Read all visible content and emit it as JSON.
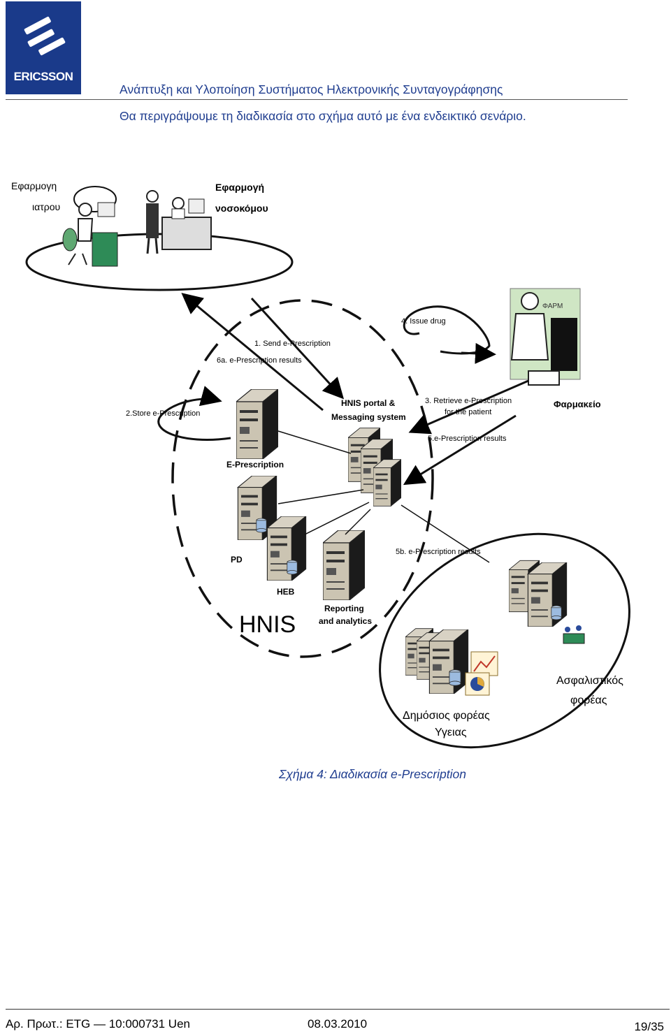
{
  "header": {
    "logo_text": "ERICSSON",
    "doc_title": "Ανάπτυξη και Υλοποίηση Συστήματος Ηλεκτρονικής Συνταγογράφησης"
  },
  "intro": "Θα περιγράψουμε τη διαδικασία στο σχήμα αυτό με ένα ενδεικτικό σενάριο.",
  "diagram": {
    "doctor_app": [
      "Εφαρμογη",
      "ιατρου"
    ],
    "hospital_app": [
      "Εφαρμογή",
      "νοσοκόμου"
    ],
    "step1": "1. Send e-Prescription",
    "step6a": "6a. e-Prescription results",
    "step2": "2.Store e-Prescription",
    "step3": [
      "3. Retrieve e-Prescription",
      "for the patient"
    ],
    "step4": "4. Issue drug",
    "step5": "5.e-Prescription results",
    "step5b": "5b. e-Prescription results",
    "portal": [
      "HNIS portal &",
      "Messaging system"
    ],
    "pharmacy": "Φαρμακείο",
    "eprescription_server": "E-Prescription",
    "pd": "PD",
    "heb": "HEB",
    "reporting": [
      "Reporting",
      "and analytics"
    ],
    "hnis": "HNIS",
    "insurance": [
      "Ασφαλιστικός",
      "φορέας"
    ],
    "public_health": [
      "Δημόσιος φορέας",
      "Υγειας"
    ]
  },
  "caption": "Σχήμα 4: Διαδικασία e-Prescription",
  "footer": {
    "ref": "Αρ. Πρωτ.: ETG — 10:000731 Uen",
    "date": "08.03.2010",
    "page": "19/35"
  }
}
